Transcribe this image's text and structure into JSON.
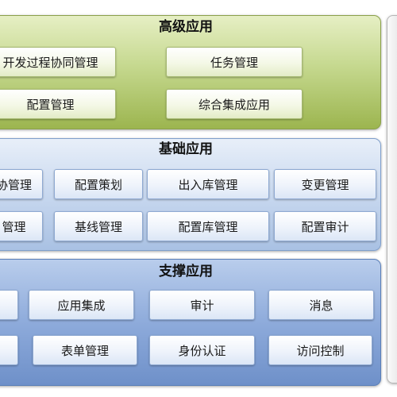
{
  "advanced": {
    "title": "高级应用",
    "modules": [
      "开发过程协同管理",
      "任务管理",
      "配置管理",
      "综合集成应用"
    ]
  },
  "basic": {
    "title": "基础应用",
    "modules": [
      "协管理",
      "配置策划",
      "出入库管理",
      "变更管理",
      "管理",
      "基线管理",
      "配置库管理",
      "配置审计"
    ]
  },
  "support": {
    "title": "支撑应用",
    "modules": [
      "",
      "应用集成",
      "审计",
      "消息",
      "",
      "表单管理",
      "身份认证",
      "访问控制"
    ]
  },
  "colors": {
    "advanced_panel": "#9cb54f",
    "basic_panel": "#a9c1e3",
    "support_panel": "#6e90c9"
  }
}
